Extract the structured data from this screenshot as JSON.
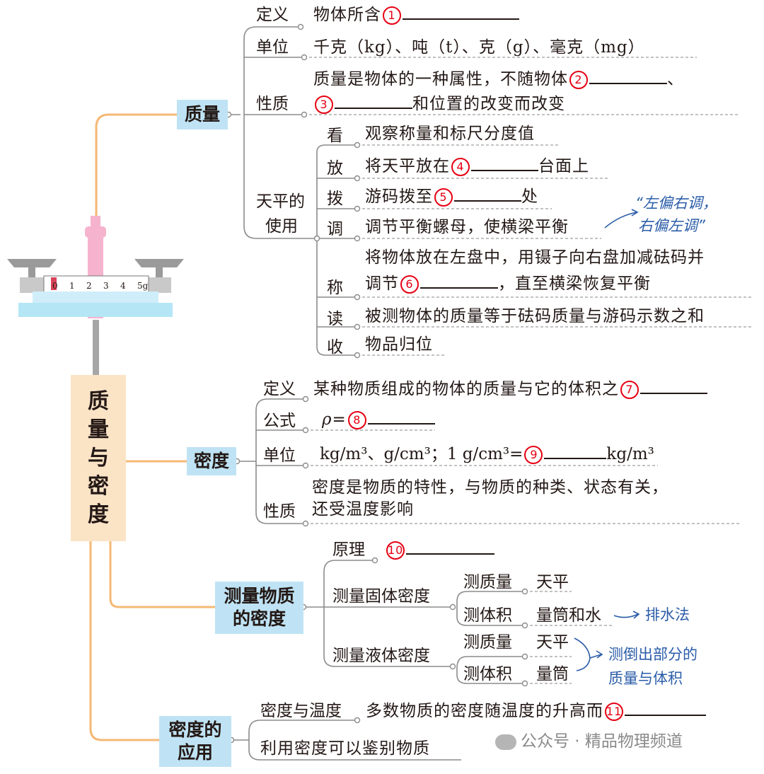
{
  "root": {
    "chars": [
      "质",
      "量",
      "与",
      "密",
      "度"
    ]
  },
  "mass": {
    "title": "质量",
    "def_label": "定义",
    "def_text": "物体所含",
    "unit_label": "单位",
    "unit_text": "千克（kg）、吨（t）、克（g）、毫克（mg）",
    "prop_label": "性质",
    "prop_line1": "质量是物体的一种属性，不随物体",
    "prop_line1_end": "、",
    "prop_line2": "和位置的改变而改变",
    "balance_label_1": "天平的",
    "balance_label_2": "使用",
    "steps": [
      {
        "label": "看",
        "text": "观察称量和标尺分度值"
      },
      {
        "label": "放",
        "text": "将天平放在",
        "after": "台面上"
      },
      {
        "label": "拨",
        "text": "游码拨至",
        "after": "处"
      },
      {
        "label": "调",
        "text": "调节平衡螺母，使横梁平衡"
      },
      {
        "label": "称",
        "line1": "将物体放在左盘中，用镊子向右盘加减砝码并",
        "line2": "调节",
        "after": "，直至横梁恢复平衡"
      },
      {
        "label": "读",
        "text": "被测物体的质量等于砝码质量与游码示数之和"
      },
      {
        "label": "收",
        "text": "物品归位"
      }
    ],
    "note_adjust_1": "“左偏右调，",
    "note_adjust_2": "右偏左调”"
  },
  "density": {
    "title": "密度",
    "def_label": "定义",
    "def_text": "某种物质组成的物体的质量与它的体积之",
    "formula_label": "公式",
    "formula_text": "ρ=",
    "unit_label": "单位",
    "unit_text": "kg/m³、g/cm³；1 g/cm³=",
    "unit_after": "kg/m³",
    "prop_label": "性质",
    "prop_line1": "密度是物质的特性，与物质的种类、状态有关，",
    "prop_line2": "还受温度影响"
  },
  "measure": {
    "title_1": "测量物质",
    "title_2": "的密度",
    "principle_label": "原理",
    "solid_label": "测量固体密度",
    "liquid_label": "测量液体密度",
    "solid_mass_label": "测质量",
    "solid_mass_text": "天平",
    "solid_vol_label": "测体积",
    "solid_vol_text": "量筒和水",
    "solid_note": "排水法",
    "liquid_mass_label": "测质量",
    "liquid_mass_text": "天平",
    "liquid_vol_label": "测体积",
    "liquid_vol_text": "量筒",
    "liquid_note_1": "测倒出部分的",
    "liquid_note_2": "质量与体积"
  },
  "application": {
    "title_1": "密度的",
    "title_2": "应用",
    "temp_label": "密度与温度",
    "temp_text": "多数物质的密度随温度的升高而",
    "identify_text": "利用密度可以鉴别物质"
  },
  "blank_numbers": [
    "1",
    "2",
    "3",
    "4",
    "5",
    "6",
    "7",
    "8",
    "9",
    "10",
    "11"
  ],
  "balance_scale_marks": [
    "0",
    "1",
    "2",
    "3",
    "4",
    "5g"
  ],
  "watermark": "公众号 · 精品物理频道",
  "colors": {
    "box": "#bfe3f4",
    "root": "#fbe3c6",
    "orange_line": "#f5b874",
    "branch_line": "#8c8c8c",
    "red": "#e60012",
    "note_blue": "#2a5ca8"
  }
}
